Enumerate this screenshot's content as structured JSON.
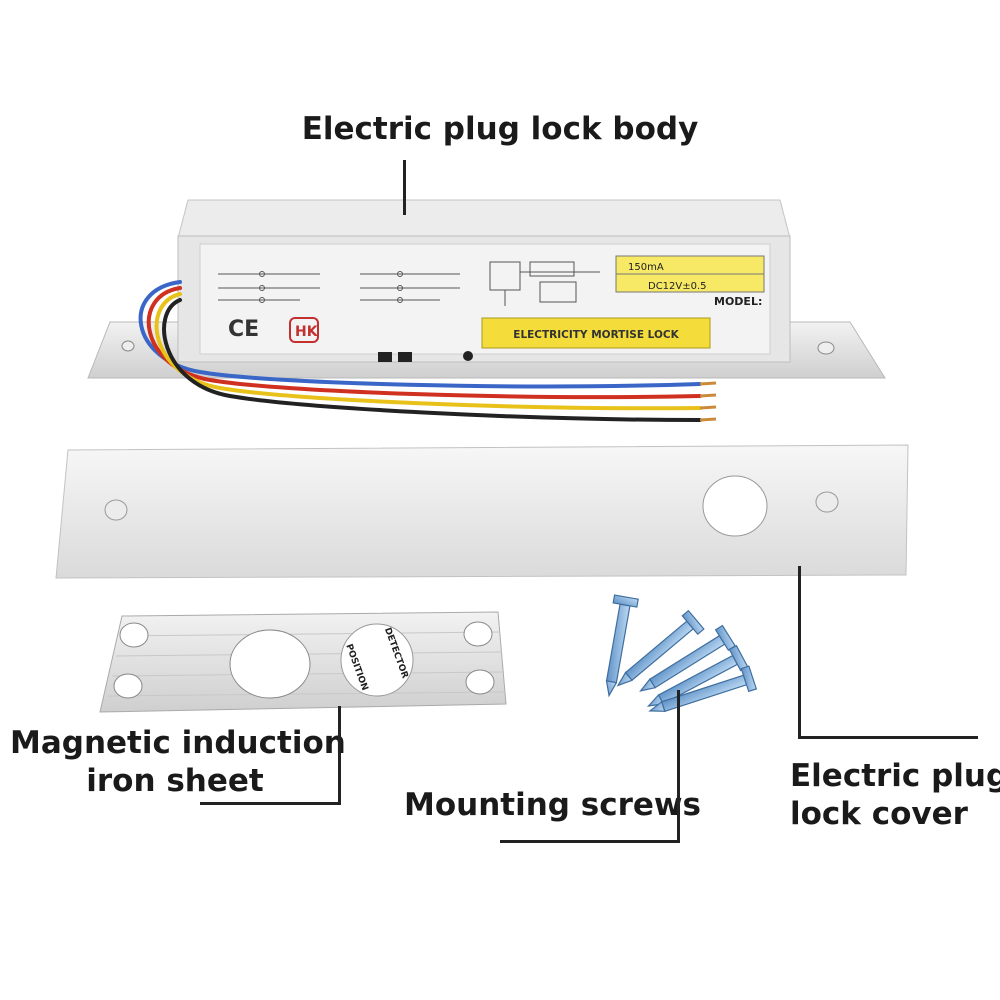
{
  "labels": {
    "body": "Electric plug lock body",
    "sheet_line1": "Magnetic induction",
    "sheet_line2": "iron sheet",
    "screws": "Mounting screws",
    "cover_line1": "Electric plug",
    "cover_line2": "lock cover"
  },
  "product_text": {
    "model": "MODEL:",
    "voltage": "DC12V±0.5",
    "current": "150mA",
    "yellow_label": "ELECTRICITY MORTISE LOCK",
    "ce_mark": "CE",
    "hk_mark": "HK",
    "detector_line1": "DETECTOR",
    "detector_line2": "POSITION"
  },
  "colors": {
    "aluminum": "#dcdcdc",
    "label_yellow": "#f4dd3a",
    "screw_blue": "#7fb0de",
    "wire_red": "#d03020",
    "wire_yellow": "#e8c21a",
    "wire_black": "#222222",
    "wire_blue": "#3a66c8"
  }
}
